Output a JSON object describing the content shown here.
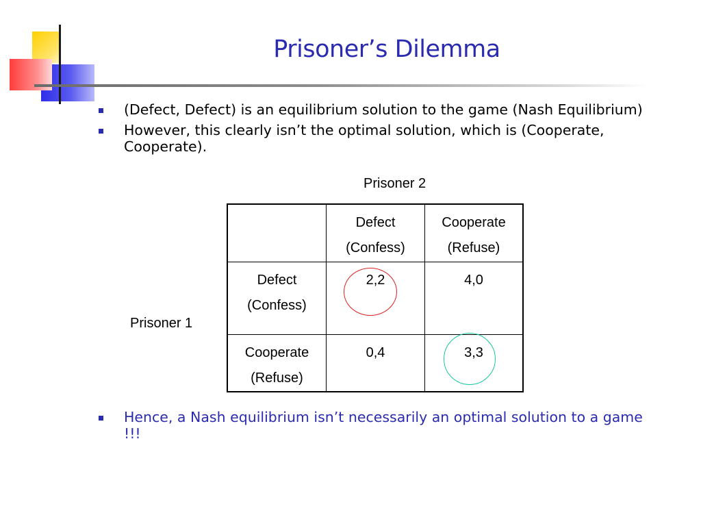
{
  "slide": {
    "title": "Prisoner’s Dilemma",
    "accent_color": "#2b2bb0",
    "bullets": [
      "(Defect, Defect) is an equilibrium solution to the game (Nash Equilibrium)",
      "However, this clearly isn’t the optimal solution, which is (Cooperate, Cooperate)."
    ],
    "conclusion": "Hence, a Nash equilibrium isn’t necessarily an optimal solution to a game !!!"
  },
  "matrix": {
    "column_player": "Prisoner 2",
    "row_player": "Prisoner 1",
    "columns": [
      {
        "line1": "Defect",
        "line2": "(Confess)"
      },
      {
        "line1": "Cooperate",
        "line2": "(Refuse)"
      }
    ],
    "rows": [
      {
        "line1": "Defect",
        "line2": "(Confess)",
        "cells": [
          "2,2",
          "4,0"
        ]
      },
      {
        "line1": "Cooperate",
        "line2": "(Refuse)",
        "cells": [
          "0,4",
          "3,3"
        ]
      }
    ],
    "highlight_nash_color": "#e02020",
    "highlight_optimal_color": "#18c7a0"
  }
}
